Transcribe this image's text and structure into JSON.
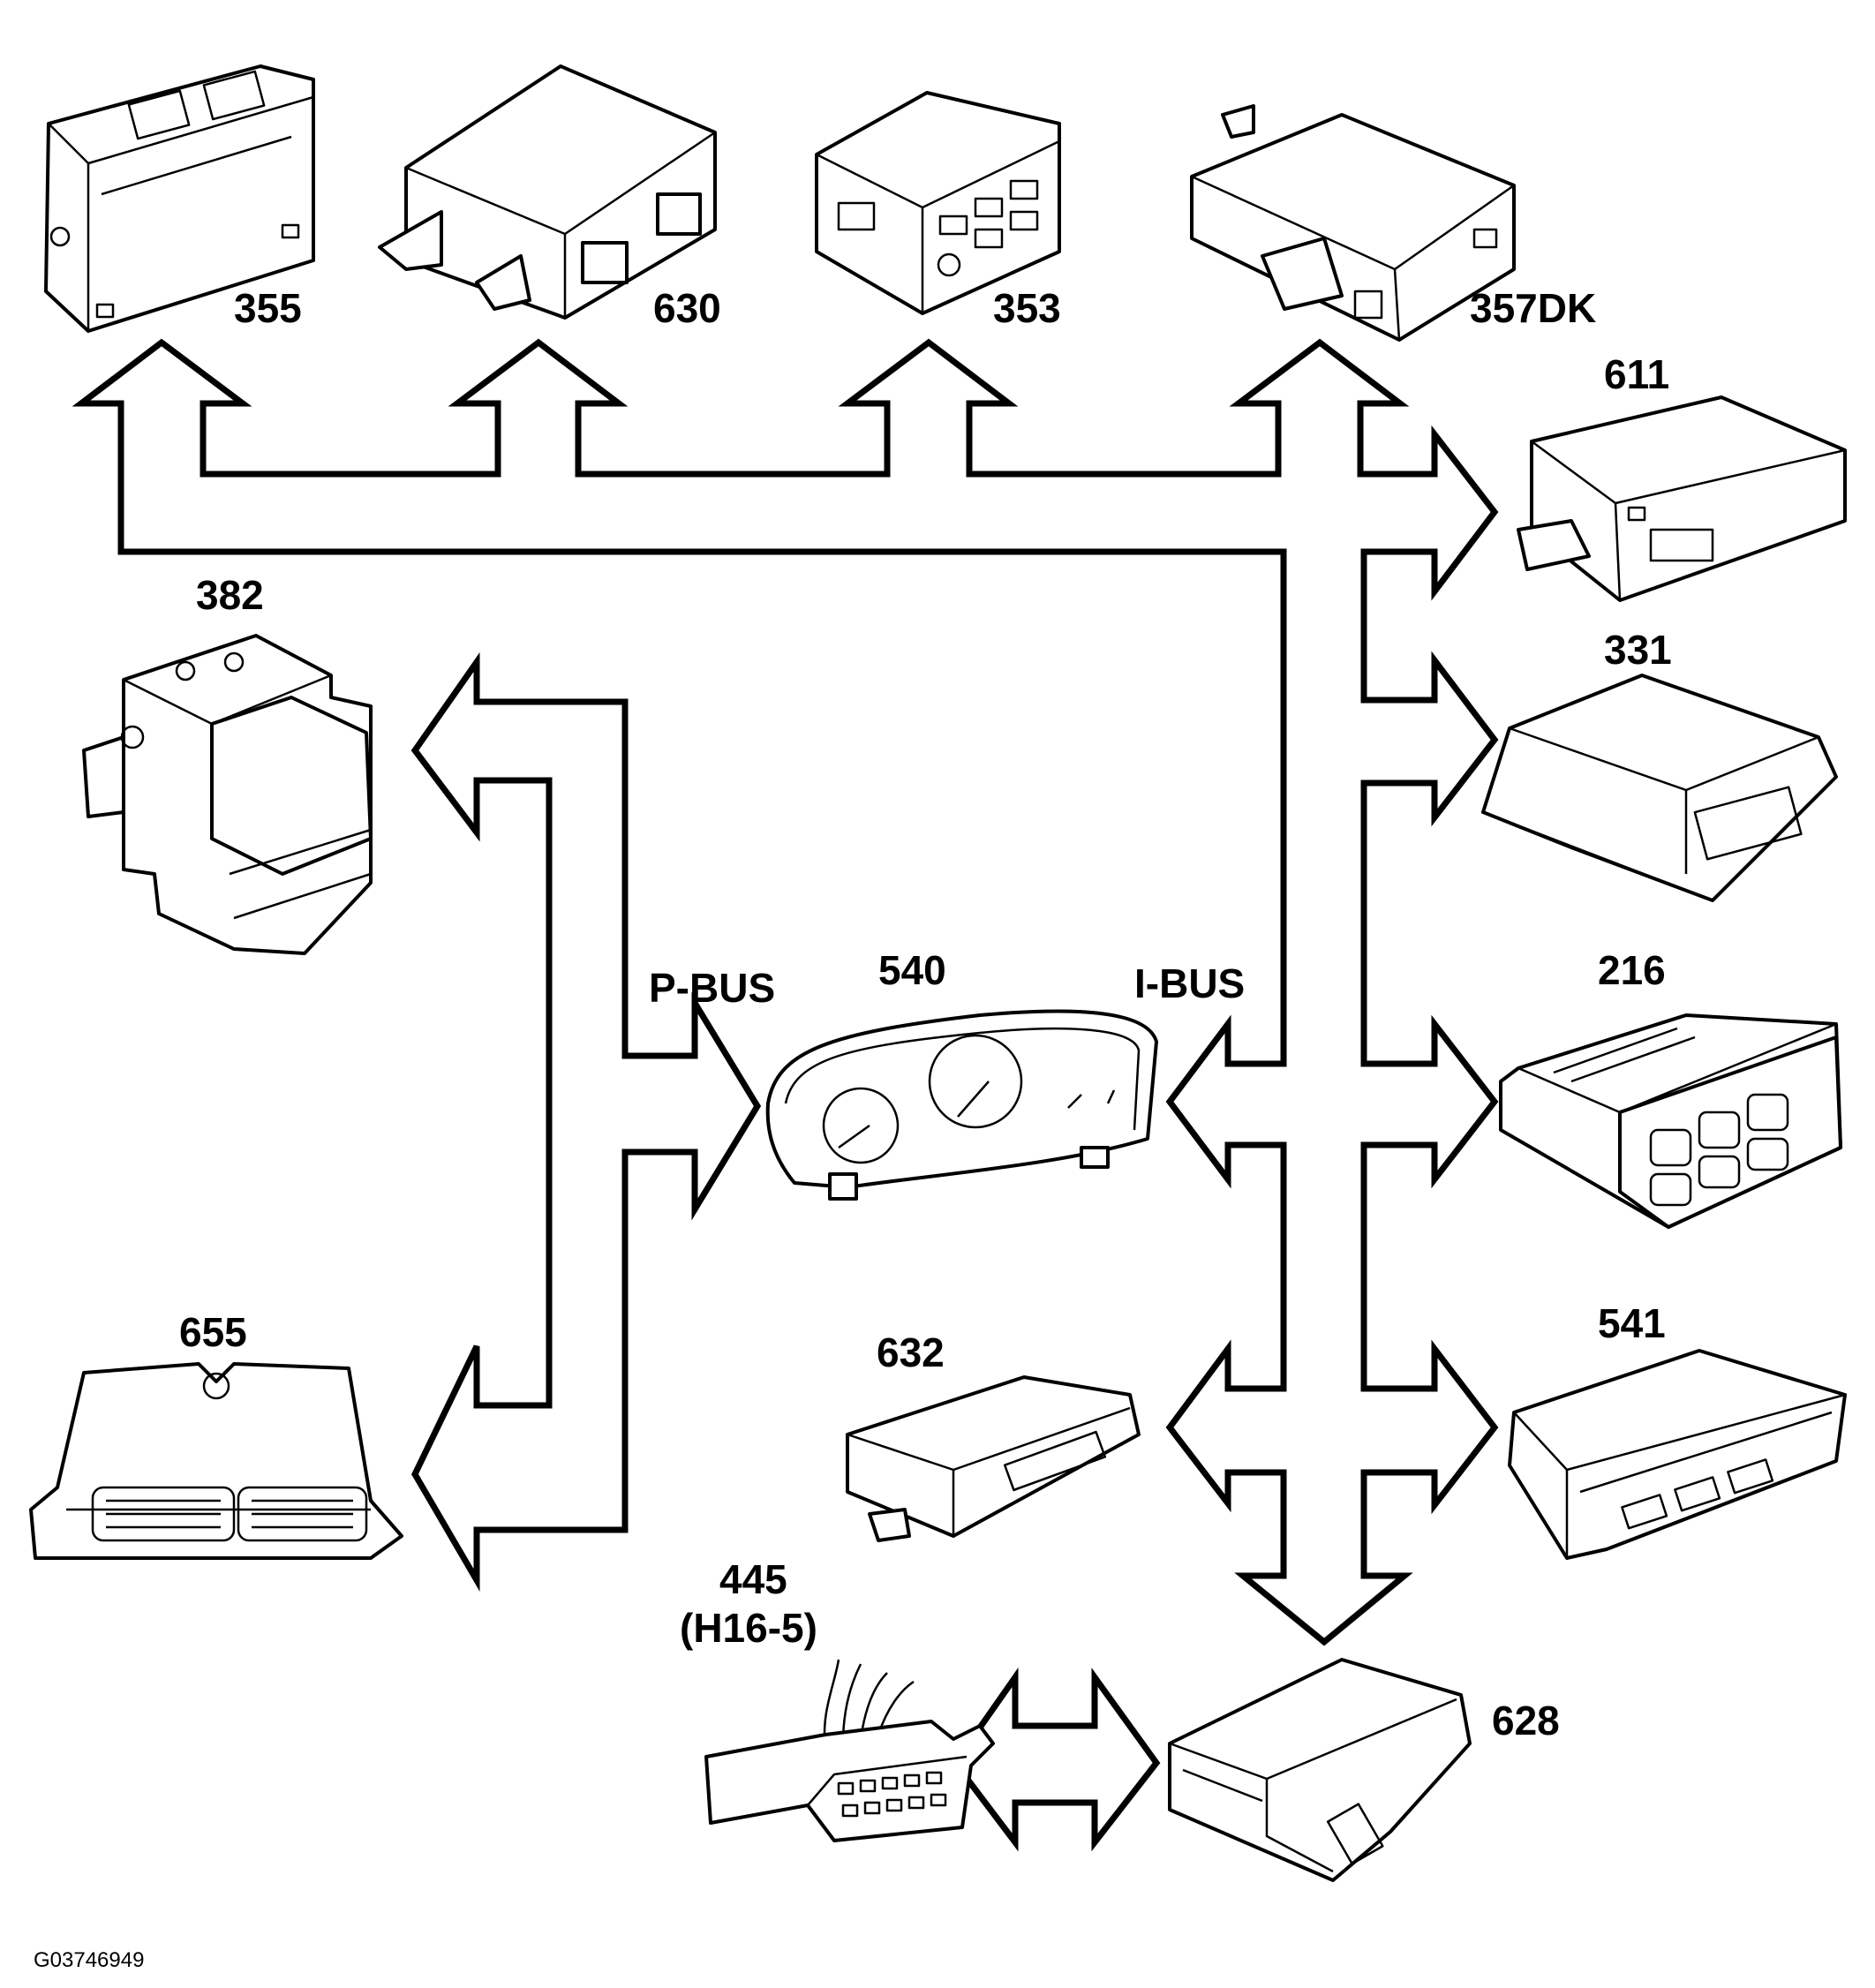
{
  "figure_id": "G03746949",
  "buses": {
    "p_bus": "P-BUS",
    "i_bus": "I-BUS"
  },
  "modules": {
    "m355": "355",
    "m630": "630",
    "m353": "353",
    "m357": "357DK",
    "m611": "611",
    "m382": "382",
    "m331": "331",
    "m540": "540",
    "m216": "216",
    "m655": "655",
    "m632": "632",
    "m541": "541",
    "m445": "445",
    "m445_sub": "(H16-5)",
    "m628": "628"
  },
  "icons": {
    "m355": "control-module-box",
    "m630": "control-module-bracket",
    "m353": "radio-head-unit",
    "m357": "connector-module",
    "m611": "control-module-flange",
    "m382": "abs-hydraulic-unit",
    "m331": "airbag-module",
    "m540": "instrument-cluster",
    "m216": "climate-control-panel",
    "m655": "engine-control-module",
    "m632": "control-module-long",
    "m541": "display-panel",
    "m445": "diagnostic-connector",
    "m628": "gateway-module"
  }
}
